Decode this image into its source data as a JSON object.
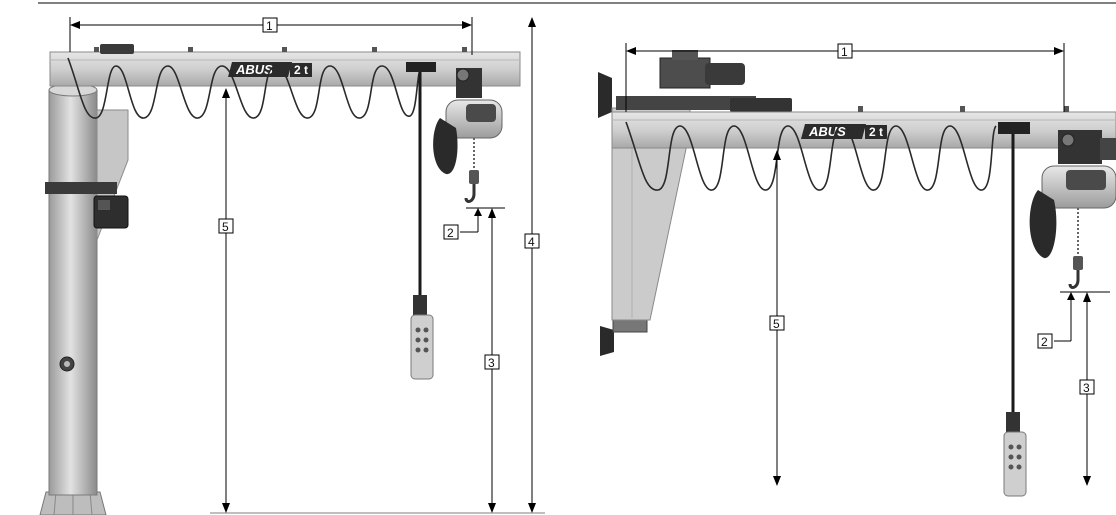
{
  "brand": {
    "name": "ABUS",
    "capacity": "2 t"
  },
  "dimension_labels": {
    "jib_length": "1",
    "hook_approach": "2",
    "lifting_height": "3",
    "overall_height": "4",
    "height_under_boom": "5"
  },
  "colors": {
    "steel": "#c9c9c9",
    "steel_dark": "#8e8e8e",
    "cable": "#2a2a2a",
    "line": "#000000"
  }
}
